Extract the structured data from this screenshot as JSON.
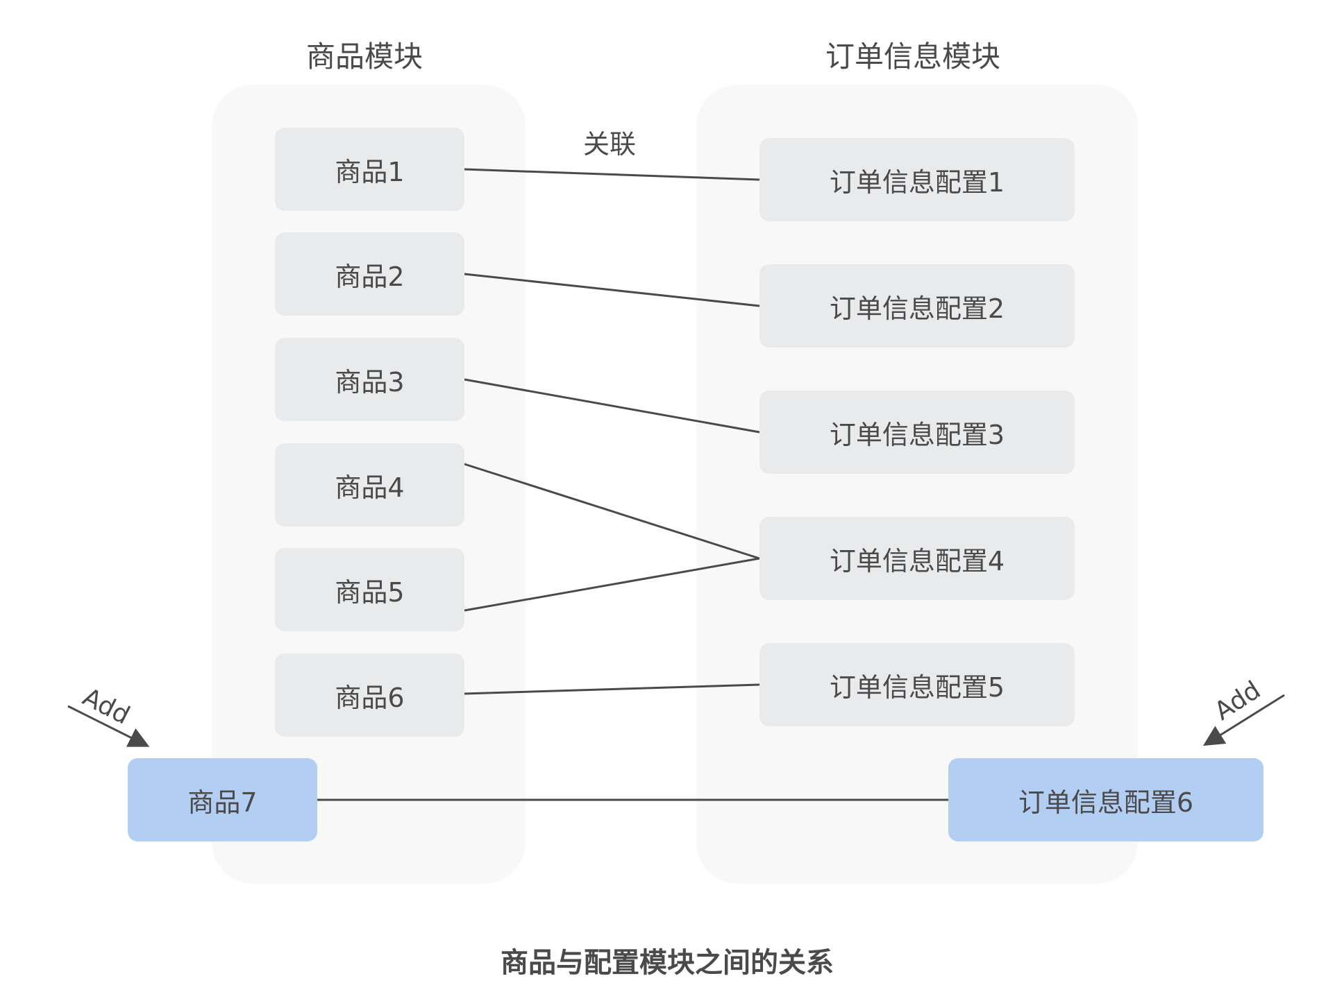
{
  "modules": {
    "product_title": "商品模块",
    "order_title": "订单信息模块"
  },
  "edge_label": "关联",
  "add_label": "Add",
  "products": [
    "商品1",
    "商品2",
    "商品3",
    "商品4",
    "商品5",
    "商品6"
  ],
  "new_product": "商品7",
  "configs": [
    "订单信息配置1",
    "订单信息配置2",
    "订单信息配置3",
    "订单信息配置4",
    "订单信息配置5"
  ],
  "new_config": "订单信息配置6",
  "caption": "商品与配置模块之间的关系",
  "colors": {
    "group_bg": "#f8f8f8",
    "node_bg": "#e9eaeb",
    "new_node_bg": "#b3cef3",
    "line": "#4a4a4a"
  }
}
